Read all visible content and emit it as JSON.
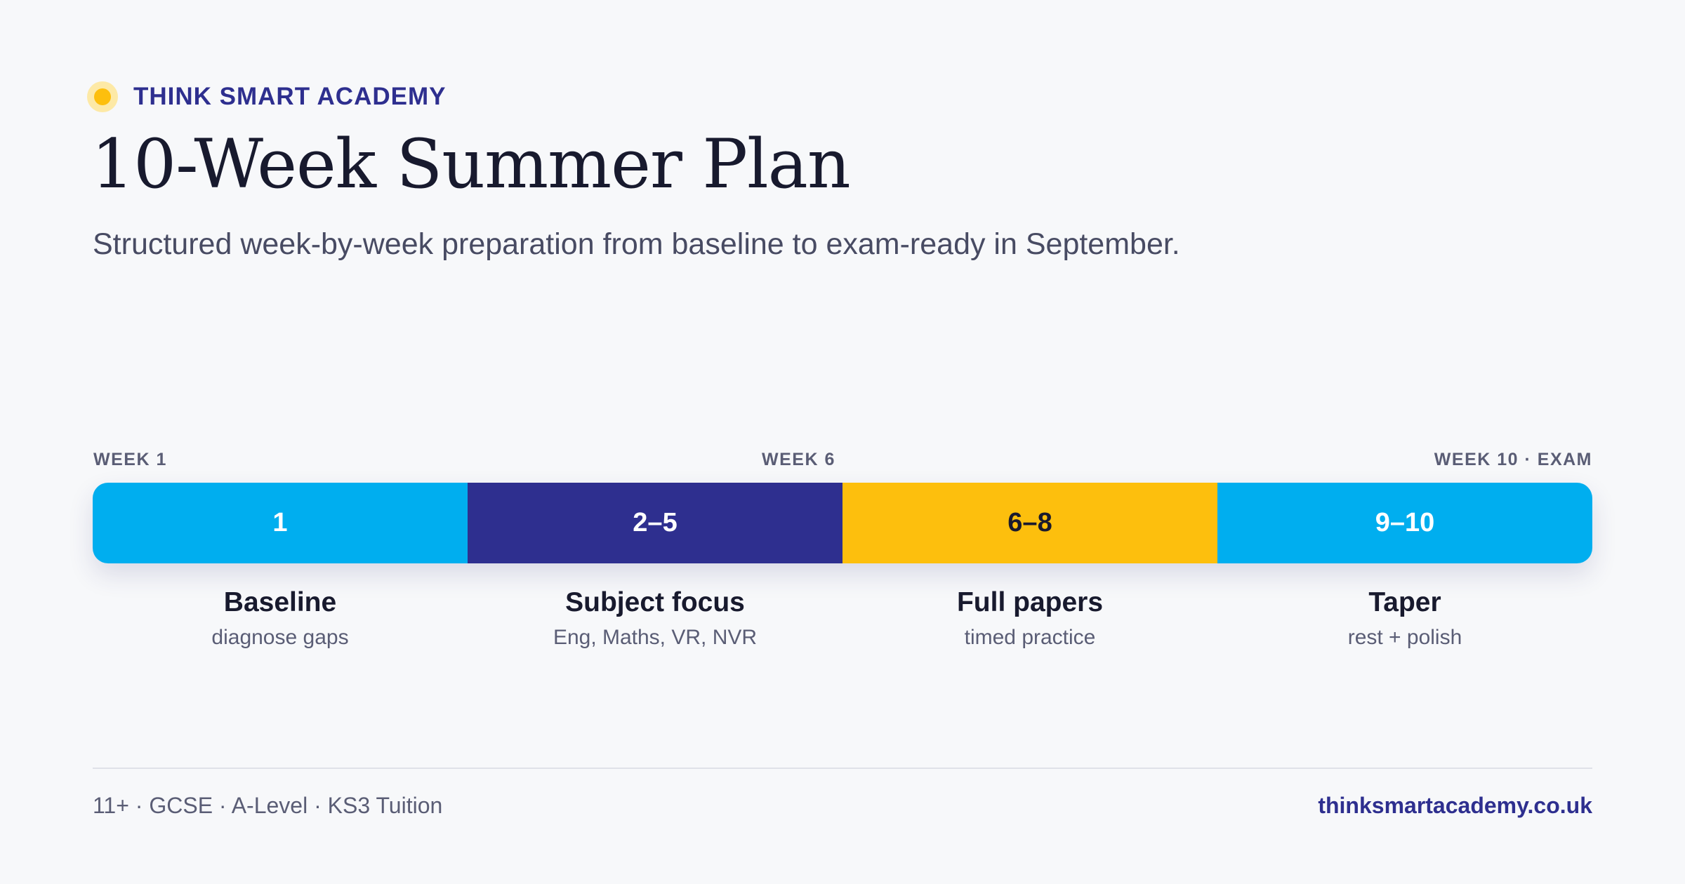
{
  "brand": {
    "name": "THINK SMART ACADEMY",
    "icon": "sun-icon",
    "colors": {
      "primary": "#2e2f8f",
      "accent": "#fdbf0d",
      "highlight": "#00aeef"
    }
  },
  "title": "10-Week Summer Plan",
  "subtitle": "Structured week-by-week preparation from baseline to exam-ready in September.",
  "timeline": {
    "labels": {
      "start": "WEEK 1",
      "middle": "WEEK 6",
      "end": "WEEK 10 · EXAM"
    },
    "segments": [
      {
        "weeks": "1",
        "color": "#00aeef",
        "name": "Baseline",
        "description": "diagnose gaps"
      },
      {
        "weeks": "2–5",
        "color": "#2e2f8f",
        "name": "Subject focus",
        "description": "Eng, Maths, VR, NVR"
      },
      {
        "weeks": "6–8",
        "color": "#fdbf0d",
        "name": "Full papers",
        "description": "timed practice"
      },
      {
        "weeks": "9–10",
        "color": "#00aeef",
        "name": "Taper",
        "description": "rest + polish"
      }
    ]
  },
  "footer": {
    "services": "11+ · GCSE · A-Level · KS3 Tuition",
    "website": "thinksmartacademy.co.uk"
  }
}
